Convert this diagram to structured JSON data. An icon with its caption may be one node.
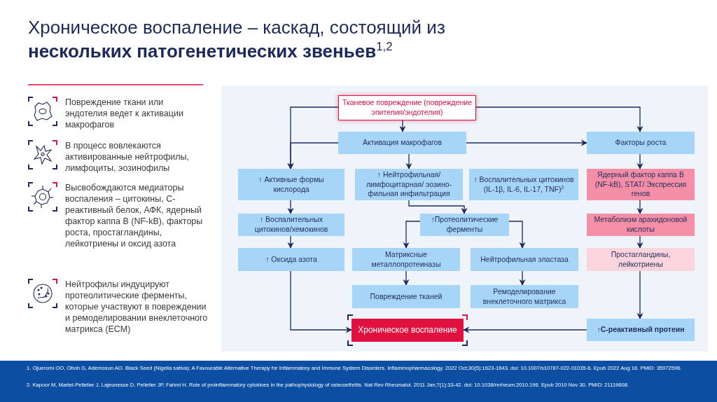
{
  "diagram": {
    "title": "Хроническое воспаление – каскад, состоящий из **нескольких патогенетических звеньев**$^{1,2}$",
    "nodes": [
      {
        "text": [
          "Тканевое повреждение (повреждение эпителия/эндотелия)"
        ]
      },
      {
        "text": [
          "Активация макрофагов"
        ]
      },
      {
        "text": [
          "Факторы роста"
        ]
      },
      {
        "text": [
          "↑ Активные формы кислорода"
        ]
      },
      {
        "text": [
          "↑ Нейтрофильная/ лимфоцитарная/ эозино-фильная инфильтрация"
        ]
      },
      {
        "text": [
          "↑ Воспалительных цитокинов (IL-1β, IL-6, IL-17, TNF)$^{2}$"
        ]
      },
      {
        "text": [
          "Ядерный фактор каппа B (NF-kB), STAT/ Экспрессия генов"
        ]
      },
      {
        "text": [
          "↑ Воспалительных цитокинов/хемокинов"
        ]
      },
      {
        "text": [
          "↑Протеолитические ферменты"
        ]
      },
      {
        "text": [
          "Метаболизм арахидоновой кислоты"
        ]
      },
      {
        "text": [
          "↑ Оксида азота"
        ]
      },
      {
        "text": [
          "Матриксные металлопротеиназы"
        ]
      },
      {
        "text": [
          "Нейтрофильная эластаза"
        ]
      },
      {
        "text": [
          "Простагландины, лейкотриены"
        ]
      },
      {
        "text": [
          "Повреждение тканей"
        ]
      },
      {
        "text": [
          "Ремоделирование внеклеточного матрикса"
        ]
      },
      {
        "text": [
          "Хроническое воспаление"
        ]
      },
      {
        "text": [
          "↑С-реактивный протеин"
        ]
      }
    ],
    "edges": [
      {
        "from": 0,
        "to": 1,
        "arrow": "to"
      },
      {
        "from": 0,
        "to": 3,
        "arrow": "to"
      },
      {
        "from": 0,
        "to": 2,
        "arrow": "to"
      },
      {
        "from": 1,
        "to": 3,
        "arrow": "to"
      },
      {
        "from": 1,
        "to": 2,
        "arrow": "to"
      },
      {
        "from": 1,
        "to": 4,
        "arrow": "to"
      },
      {
        "from": 3,
        "to": 7,
        "arrow": "to"
      },
      {
        "from": 7,
        "to": 10,
        "arrow": "to"
      },
      {
        "from": 10,
        "to": 16,
        "arrow": "to"
      },
      {
        "from": 4,
        "to": 8,
        "arrow": "to"
      },
      {
        "from": 8,
        "to": 11,
        "arrow": "to"
      },
      {
        "from": 8,
        "to": 12,
        "arrow": "to"
      },
      {
        "from": 11,
        "to": 14,
        "arrow": "to"
      },
      {
        "from": 12,
        "to": 15,
        "arrow": "to"
      },
      {
        "from": 2,
        "to": 6,
        "arrow": "to"
      },
      {
        "from": 6,
        "to": 9,
        "arrow": "to"
      },
      {
        "from": 9,
        "to": 13,
        "arrow": "to"
      },
      {
        "from": 13,
        "to": 17,
        "arrow": "to"
      },
      {
        "from": 17,
        "to": 16,
        "arrow": "to"
      }
    ],
    "labels": [
      "Повреждение ткани или эндотелия ведет к активации макрофагов",
      "В процесс вовлекаются активированные нейтрофилы, лимфоциты, эозинофилы",
      "Высвобождаются медиаторы воспаления – цитокины, С-реактивный белок, АФК, ядерный фактор каппа B (NF-kB), факторы роста, простагландины, лейкотриены и оксид азота",
      "Нейтрофилы индуцируют протеолитические ферменты, которые участвуют в повреждении и ремоделировании внеклеточного матрикса (ECM)",
      "1. Ojueromi OO, Oboh G, Ademosun AO. Black Seed (Nigella sativa): A Favourable Alternative Therapy for Inflammatory and Immune System Disorders. Inflammopharmacology. 2022 Oct;30(5):1623-1643. doi: 10.1007/s10787-022-01035-6. Epub 2022 Aug 16. PMID: 35972596.",
      "2. Kapoor M, Martel-Pelletier J, Lajeunesse D, Pelletier JP, Fahmi H. Role of proinflammatory cytokines in the pathophysiology of osteoarthritis. Nat Rev Rheumatol. 2011 Jan;7(1):33-42. doi: 10.1038/nrrheum.2010.196. Epub 2010 Nov 30. PMID: 21119608."
    ]
  }
}
